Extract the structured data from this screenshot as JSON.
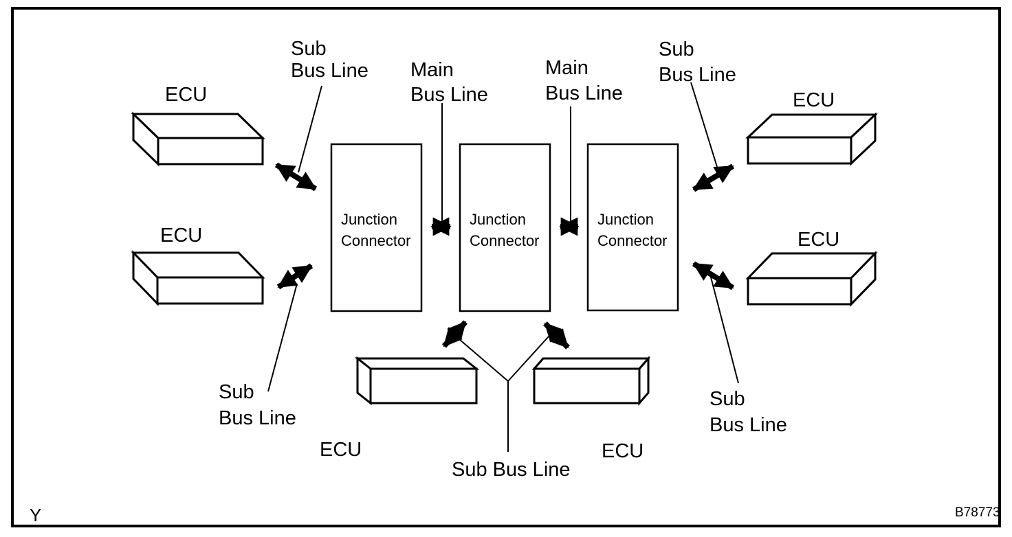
{
  "colors": {
    "foreground": "#000000",
    "background": "#ffffff"
  },
  "diagram": {
    "title_context": "Bus line network diagram",
    "junction_connector_label": {
      "line1": "Junction",
      "line2": "Connector"
    },
    "ecu_label": "ECU",
    "sub_bus_line": {
      "line1": "Sub",
      "line2": "Bus Line",
      "single_line": "Sub Bus Line"
    },
    "main_bus_line": {
      "line1": "Main",
      "line2": "Bus Line"
    },
    "corner_mark": "Y",
    "figure_code": "B78773"
  }
}
